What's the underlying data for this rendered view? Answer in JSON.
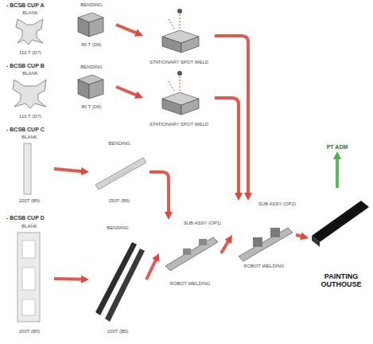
{
  "diagram": {
    "nodes": [
      {
        "text": [
          "BLANK",
          "110 T (D7)"
        ]
      },
      {
        "text": [
          "BENDING",
          "80 T (D6)"
        ]
      },
      {
        "text": [
          "STATIONARY SPOT WELD"
        ]
      },
      {
        "text": [
          "BLANK",
          "110 T (D7)"
        ]
      },
      {
        "text": [
          "BENDING",
          "80 T (D6)"
        ]
      },
      {
        "text": [
          "STATIONARY SPOT WELD"
        ]
      },
      {
        "text": [
          "BLANK",
          "200T (B5)"
        ]
      },
      {
        "text": [
          "BENDING",
          "250T (B5)"
        ]
      },
      {
        "text": [
          "BLANK",
          "200T (B5)"
        ]
      },
      {
        "text": [
          "BENDING",
          "200T (B5)"
        ]
      },
      {
        "text": [
          "SUB ASSY (OP1)",
          "ROBOT WELDING"
        ]
      },
      {
        "text": [
          "SUB ASSY (OP2)",
          "ROBOT WELDING"
        ]
      },
      {
        "text": [
          "PAINTING OUTHOUSE"
        ]
      },
      {
        "text": [
          "PT ADM"
        ]
      }
    ],
    "edges": [
      {
        "from": 1,
        "to": 2,
        "arrow": "to"
      },
      {
        "from": 4,
        "to": 5,
        "arrow": "to"
      },
      {
        "from": 6,
        "to": 7,
        "arrow": "to"
      },
      {
        "from": 8,
        "to": 9,
        "arrow": "to"
      },
      {
        "from": 7,
        "to": 10,
        "arrow": "to"
      },
      {
        "from": 9,
        "to": 10,
        "arrow": "to"
      },
      {
        "from": 10,
        "to": 11,
        "arrow": "to"
      },
      {
        "from": 2,
        "to": 11,
        "arrow": "to"
      },
      {
        "from": 5,
        "to": 11,
        "arrow": "to"
      },
      {
        "from": 11,
        "to": 12,
        "arrow": "to"
      },
      {
        "from": 12,
        "to": 13,
        "arrow": "to"
      }
    ],
    "labels": [
      "- BCSB CUP A",
      "- BCSB CUP B",
      "- BCSB CUP C",
      "- BCSB CUP D"
    ]
  }
}
